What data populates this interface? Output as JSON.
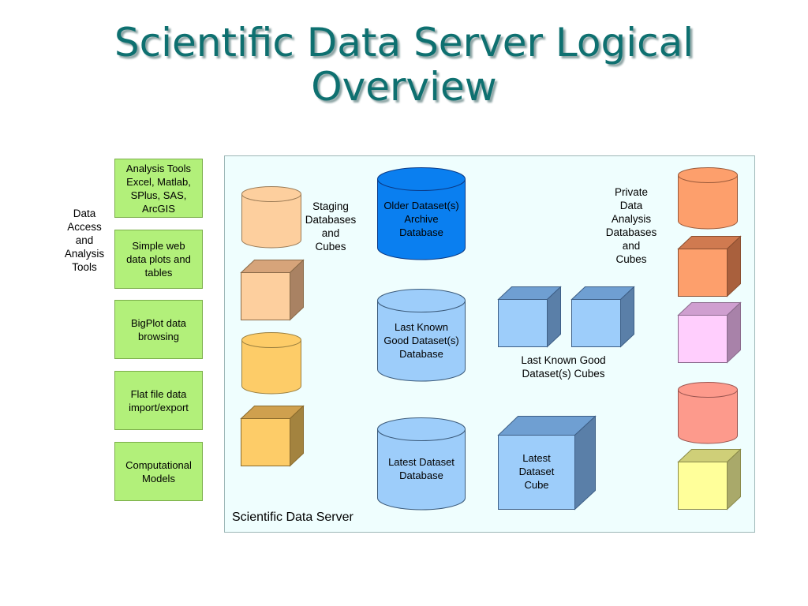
{
  "title": "Scientific Data Server Logical\nOverview",
  "sidebar_label": "Data\nAccess\nand\nAnalysis\nTools",
  "tools": [
    {
      "label": "Analysis Tools\nExcel, Matlab,\nSPlus, SAS,\nArcGIS"
    },
    {
      "label": "Simple web\ndata plots and\ntables"
    },
    {
      "label": "BigPlot data\nbrowsing"
    },
    {
      "label": "Flat file data\nimport/export"
    },
    {
      "label": "Computational\nModels"
    }
  ],
  "server": {
    "label": "Scientific Data Server",
    "staging_label": "Staging\nDatabases\nand\nCubes",
    "older_db": "Older Dataset(s)\nArchive\nDatabase",
    "lkg_db": "Last Known\nGood Dataset(s)\nDatabase",
    "latest_db": "Latest Dataset\nDatabase",
    "lkg_cubes": "Last Known Good\nDataset(s) Cubes",
    "latest_cube": "Latest\nDataset\nCube",
    "private_label": "Private\nData\nAnalysis\nDatabases\nand\nCubes"
  },
  "colors": {
    "title": "#0e7070",
    "tool_fill": "#b2f07a",
    "panel_fill": "#effefe",
    "staging_peach": "#fdcf9e",
    "staging_orange": "#fdcc68",
    "archive_blue": "#0a7ff0",
    "blue_light": "#9dcdfa",
    "private_orange": "#fd9f6c",
    "private_pink": "#ffcefd",
    "private_salmon": "#fd9a8c",
    "private_yellow": "#ffff9a"
  }
}
